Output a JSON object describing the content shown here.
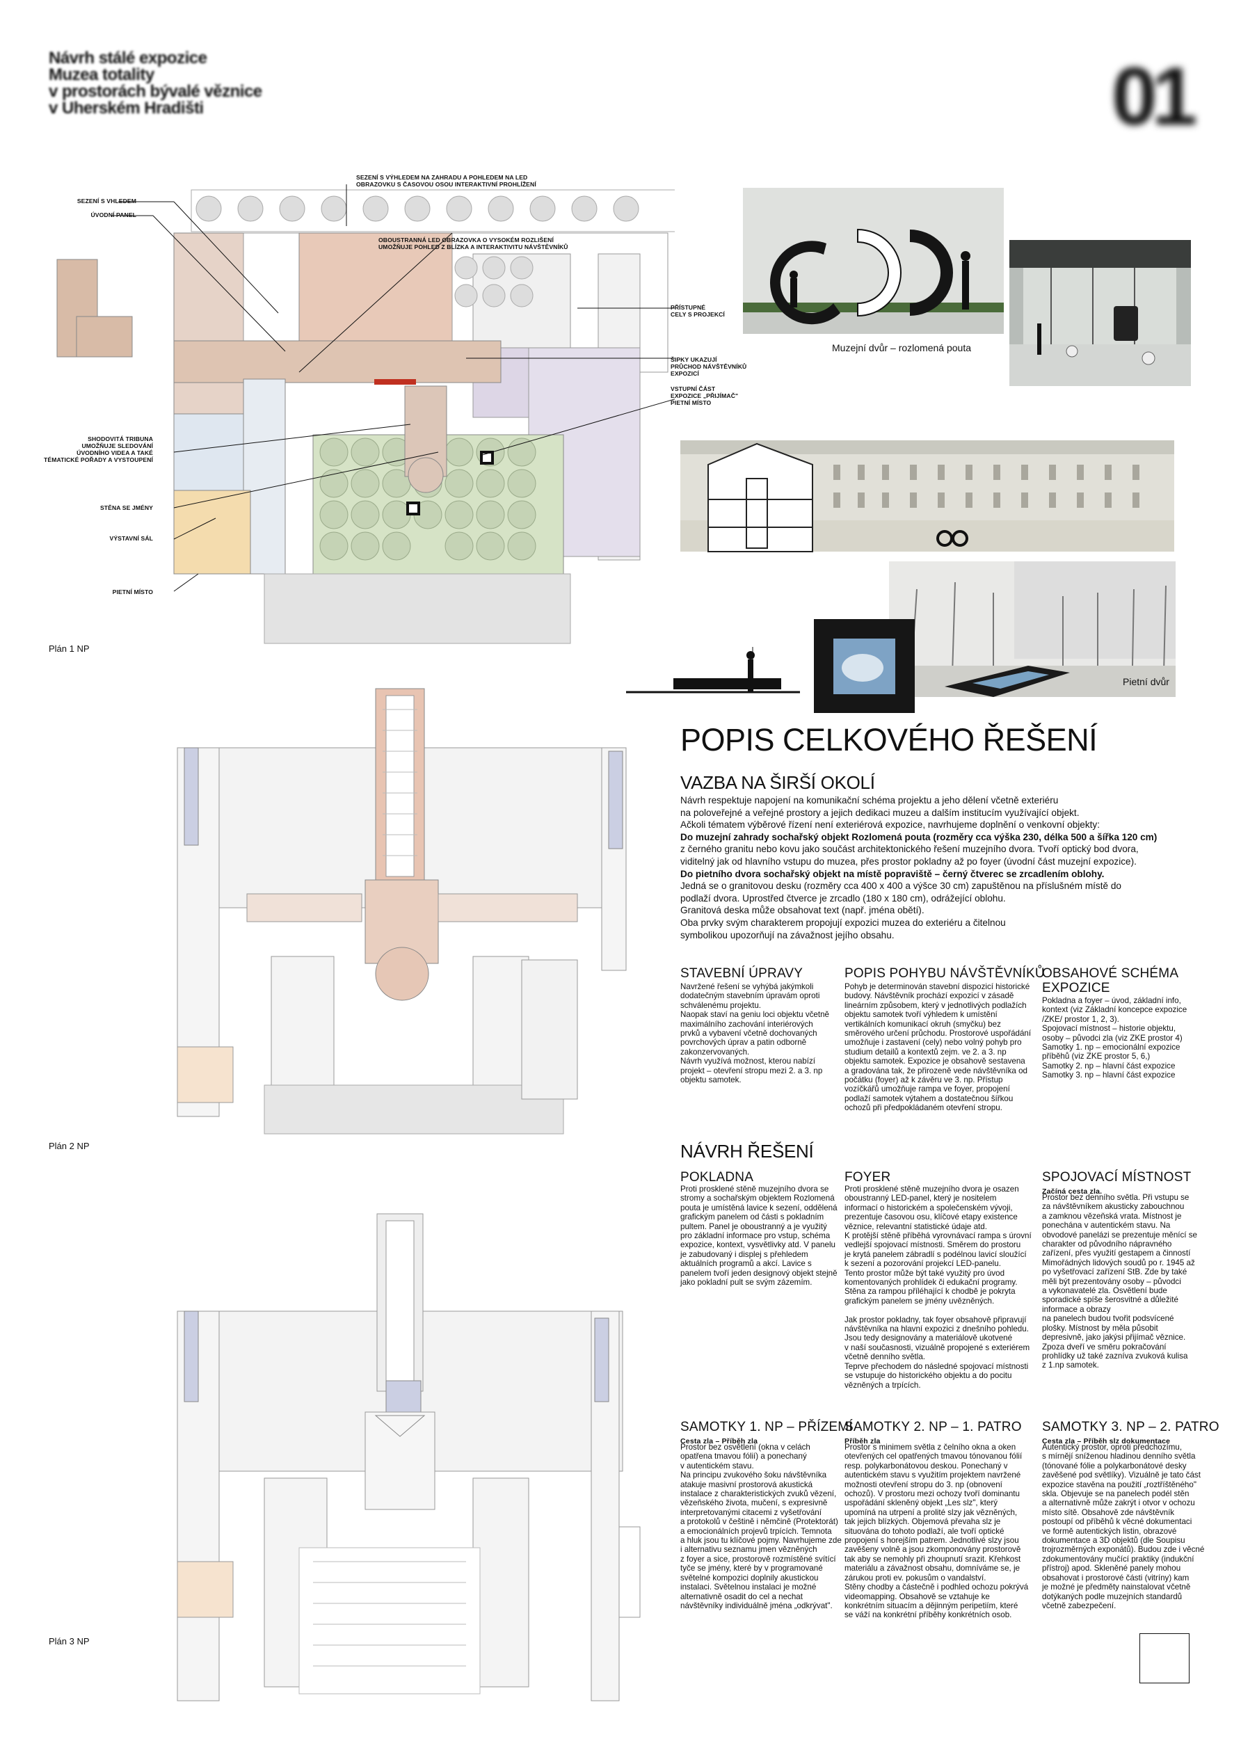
{
  "header": {
    "title_lines": [
      "Návrh stálé expozice",
      "Muzea totality",
      "v prostorách bývalé věznice",
      "v Uherském Hradišti"
    ],
    "page_number": "01"
  },
  "plans": {
    "plan1_label": "Plán 1 NP",
    "plan2_label": "Plán 2 NP",
    "plan3_label": "Plán 3 NP"
  },
  "callouts": {
    "sezeni_vyhled": [
      "SEZENÍ S VÝHLEDEM NA ZAHRADU A POHLEDEM NA LED",
      "OBRAZOVKU S ČASOVOU OSOU INTERAKTIVNÍ PROHLÍŽENÍ"
    ],
    "sezeni_vhledem": [
      "SEZENÍ S VHLEDEM"
    ],
    "uvodni_panel": [
      "ÚVODNÍ PANEL"
    ],
    "led_obrazovka": [
      "OBOUSTRANNÁ LED OBRAZOVKA O VYSOKÉM ROZLIŠENÍ",
      "UMOŽŇUJE POHLED Z BLÍZKA A INTERAKTIVITU NÁVŠTĚVNÍKŮ"
    ],
    "pristupne_cely": [
      "PŘÍSTUPNÉ",
      "CELY S PROJEKCÍ"
    ],
    "sipky": [
      "ŠIPKY UKAZUJÍ",
      "PRŮCHOD NÁVŠTĚVNÍKŮ",
      "EXPOZICÍ"
    ],
    "vstupni_cast": [
      "VSTUPNÍ ČÁST",
      "EXPOZICE „PŘIJÍMAČ\"",
      "PIETNÍ MÍSTO"
    ],
    "tribuna": [
      "SHODOVITÁ TRIBUNA",
      "UMOŽŇUJE SLEDOVÁNÍ",
      "ÚVODNÍHO VIDEA A TAKÉ",
      "TÉMATICKÉ POŘADY A VYSTOUPENÍ"
    ],
    "stena": [
      "STĚNA SE JMÉNY"
    ],
    "vystavni_sal": [
      "VÝSTAVNÍ SÁL"
    ],
    "pietni_misto": [
      "PIETNÍ MÍSTO"
    ]
  },
  "captions": {
    "muzejni_dvur": "Muzejní dvůr – rozlomená pouta",
    "pietni_dvur": "Pietní dvůr"
  },
  "main_title": "POPIS CELKOVÉHO ŘEŠENÍ",
  "vazba": {
    "title": "VAZBA NA ŠIRŠÍ OKOLÍ",
    "lines": [
      "Návrh respektuje napojení na komunikační schéma projektu a jeho dělení včetně exteriéru",
      "na poloveřejné a veřejné prostory a jejich dedikaci muzeu a dalším institucím využívající objekt.",
      "Ačkoli tématem výběrové řízení není exteriérová expozice, navrhujeme doplnění o venkovní objekty:",
      "Do muzejní zahrady sochařský objekt Rozlomená pouta (rozměry cca výška 230, délka 500 a šířka 120 cm)",
      "z černého granitu nebo kovu jako součást architektonického řešení muzejního dvora. Tvoří optický bod dvora,",
      "viditelný jak od hlavního vstupu do muzea, přes prostor pokladny až po foyer (úvodní část muzejní expozice).",
      "Do pietního dvora sochařský objekt na místě popraviště – černý čtverec se zrcadlením oblohy.",
      "Jedná se o granitovou desku (rozměry cca 400 x 400 a výšce 30 cm) zapuštěnou na příslušném místě do",
      "podlaží dvora. Uprostřed čtverce je zrcadlo (180 x 180 cm), odrážející oblohu.",
      "Granitová deska může obsahovat text (např. jména obětí).",
      "Oba prvky svým charakterem propojují expozici muzea do exteriéru a čitelnou",
      "symbolikou upozorňují na závažnost jejího obsahu."
    ]
  },
  "stavebni": {
    "title": "STAVEBNÍ ÚPRAVY",
    "lines": [
      "Navržené řešení se vyhýbá jakýmkoli",
      "dodatečným stavebním úpravám oproti",
      "schválenému projektu.",
      "Naopak staví na geniu loci objektu včetně",
      "maximálního zachování interiérových",
      "prvků a vybavení včetně dochovaných",
      "povrchových úprav a patin odborně",
      "zakonzervovaných.",
      "Návrh využívá možnost, kterou nabízí",
      "projekt – otevření stropu mezi 2. a 3. np",
      "objektu samotek."
    ]
  },
  "pohyb": {
    "title": "POPIS POHYBU NÁVŠTĚVNÍKŮ",
    "lines": [
      "Pohyb je determinován stavební dispozicí historické",
      "budovy. Návštěvník prochází expozicí v zásadě",
      "lineárním způsobem, který v jednotlivých podlažích",
      "objektu samotek tvoří výhledem k umístění",
      "vertikálních komunikací okruh (smyčku) bez",
      "směrového určení průchodu. Prostorové uspořádání",
      "umožňuje i zastavení (cely) nebo volný pohyb pro",
      "studium detailů a kontextů zejm. ve 2. a 3. np",
      "objektu samotek. Expozice je obsahově sestavena",
      "a gradována tak, že přirozeně vede návštěvníka od",
      "počátku (foyer) až k závěru ve 3. np. Přístup",
      "vozíčkářů umožňuje rampa ve foyer, propojení",
      "podlaží samotek výtahem a dostatečnou šířkou",
      "ochozů při předpokládaném otevření stropu."
    ]
  },
  "obsahove": {
    "title_lines": [
      "OBSAHOVÉ SCHÉMA",
      "EXPOZICE"
    ],
    "lines": [
      "Pokladna a foyer – úvod, základní info,",
      "kontext (viz Základní koncepce expozice",
      "/ZKE/ prostor 1, 2, 3).",
      "Spojovací místnost – historie objektu,",
      "osoby – původci zla (viz ZKE prostor 4)",
      "Samotky 1. np – emocionální expozice",
      "příběhů (viz ZKE prostor 5, 6,)",
      "Samotky 2. np – hlavní část expozice",
      "Samotky 3. np – hlavní část expozice"
    ]
  },
  "navrh_title": "NÁVRH ŘEŠENÍ",
  "pokladna": {
    "title": "POKLADNA",
    "lines": [
      "Proti prosklené stěně muzejního dvora se",
      "stromy a sochařským objektem Rozlomená",
      "pouta je umístěná lavice k sezení, oddělená",
      "grafickým panelem od části s pokladním",
      "pultem. Panel je oboustranný a je využitý",
      "pro základní informace pro vstup, schéma",
      "expozice, kontext, vysvětlivky atd. V panelu",
      "je zabudovaný i displej s přehledem",
      "aktuálních programů a akcí. Lavice s",
      "panelem tvoří jeden designový objekt stejně",
      "jako pokladní pult se svým zázemím."
    ]
  },
  "foyer": {
    "title": "FOYER",
    "lines": [
      "Proti prosklené stěně muzejního dvora je osazen",
      "oboustranný LED-panel, který je nositelem",
      "informací o historickém a společenském vývoji,",
      "prezentuje časovou osu, klíčové etapy existence",
      "věznice, relevantní statistické údaje atd.",
      "K protější stěně příběhá vyrovnávací rampa s úrovní",
      "vedlejší spojovací místnosti. Směrem do prostoru",
      "je krytá panelem zábradlí s podélnou lavicí sloužící",
      "k sezení a pozorování projekcí LED-panelu.",
      "Tento prostor může být také využitý pro úvod",
      "komentovaných prohlídek či edukační programy.",
      "Stěna za rampou příléhající k chodbě je pokryta",
      "grafickým panelem se jmény uvězněných.",
      "",
      "Jak prostor pokladny, tak foyer obsahově připravují",
      "návštěvníka na hlavní expozici z dnešního pohledu.",
      "Jsou tedy designovány a materiálově ukotvené",
      "v naší současnosti, vizuálně propojené s exteriérem",
      "včetně denního světla.",
      "Teprve přechodem do následné spojovací místnosti",
      "se vstupuje do historického objektu a do pocitu",
      "vězněných a trpících."
    ]
  },
  "spojovaci": {
    "title": "SPOJOVACÍ MÍSTNOST",
    "subtitle": "Začíná cesta zla.",
    "lines": [
      "Prostor bez denního světla. Při vstupu se",
      "za návštěvníkem akusticky zabouchnou",
      "a zamknou vězeňská vrata. Místnost je",
      "ponechána v autentickém stavu. Na",
      "obvodové panelázi se prezentuje měnící se",
      "charakter od původního nápravného",
      "zařízení, přes využití gestapem a činností",
      "Mimořádných lidových soudů po r. 1945 až",
      "po vyšetřovací zařízení StB. Zde by také",
      "měli být prezentovány osoby – původci",
      "a vykonavatelé zla. Osvětlení bude",
      "sporadické spíše šerosvitné a důležité",
      "informace a obrazy",
      "na panelech budou tvořit podsvícené",
      "plošky. Místnost by měla působit",
      "depresivně, jako jakýsi přijímač věznice.",
      "Zpoza dveří ve směru pokračování",
      "prohlídky už také zazníva zvuková kulisa",
      "z 1.np samotek."
    ]
  },
  "samotky1": {
    "title": "SAMOTKY 1. NP – PŘÍZEMÍ",
    "subtitle": "Cesta zla – Příběh zla",
    "lines": [
      "Prostor bez osvětlení (okna v celách",
      "opatřena tmavou fólií) a ponechaný",
      "v autentickém stavu.",
      "Na principu zvukového šoku návštěvníka",
      "atakuje masivní prostorová akustická",
      "instalace z charakteristických zvuků vězení,",
      "vězeňského života, mučení, s expresivně",
      "interpretovanými citacemi z vyšetřování",
      "a protokolů v češtině i němčině (Protektorát)",
      "a emocionálních projevů trpících. Temnota",
      "a hluk jsou tu klíčové pojmy. Navrhujeme zde",
      "i alternativu seznamu jmen vězněných",
      "z foyer a sice, prostorově rozmístěné svítící",
      "tyče se jmény, které by v programované",
      "světelné kompozici doplnily akustickou",
      "instalaci. Světelnou instalaci je možné",
      "alternativně osadit do cel a nechat",
      "návštěvníky individuálně jména „odkrývat\"."
    ]
  },
  "samotky2": {
    "title": "SAMOTKY 2. NP – 1. PATRO",
    "subtitle": "Příběh zla",
    "lines": [
      "Prostor s minimem světla z čelního okna a oken",
      "otevřených cel opatřených tmavou tónovanou fólií",
      "resp. polykarbonátovou deskou. Ponechaný v",
      "autentickém stavu s využitím projektem navržené",
      "možnosti otevření stropu do 3. np (obnovení",
      "ochozů). V prostoru mezi ochozy tvoří dominantu",
      "uspořádání skleněný objekt „Les slz\", který",
      "upomíná na utrpení a prolité slzy jak vězněných,",
      "tak jejich blízkých. Objemová převaha slz je",
      "situována do tohoto podlaží, ale tvoří optické",
      "propojení s horejším patrem. Jednotlivé slzy jsou",
      "zavěšeny volně a jsou zkomponovány prostorově",
      "tak aby se nemohly při zhoupnutí srazit. Křehkost",
      "materiálu a závažnost obsahu, domníváme se, je",
      "zárukou proti ev. pokusům o vandalství.",
      "Stěny chodby a částečně i podhled ochozu pokrývá",
      "videomapping. Obsahově se vztahuje ke",
      "konkrétním situacím a dějinným peripetiím, které",
      "se váží na konkrétní příběhy konkrétních osob."
    ]
  },
  "samotky3": {
    "title": "SAMOTKY 3. NP – 2. PATRO",
    "subtitle": "Cesta zla – Příběh slz dokumentace",
    "lines": [
      "Autentický prostor, oproti předchozímu,",
      "s mírnějí sníženou hladinou denního světla",
      "(tónované fólie a polykarbonátové desky",
      "zavěšené pod světlíky). Vizuálně je tato část",
      "expozice stavěna na použití „roztříštěného\"",
      "skla. Objevuje se na panelech podél stěn",
      "a alternativně může zakrýt i otvor v ochozu",
      "místo sítě. Obsahově zde návštěvník",
      "postoupí od příběhů k věcné dokumentaci",
      "ve formě autentických listin, obrazové",
      "dokumentace a 3D objektů (dle Soupisu",
      "trojrozměrných exponátů). Budou zde i věcné",
      "zdokumentovány mučící praktiky (indukční",
      "přístroj) apod. Skleněné panely mohou",
      "obsahovat i prostorové části (vitríny) kam",
      "je možné je předměty nainstalovat včetně",
      "dotýkaných podle muzejních standardů",
      "včetně zabezpečení."
    ]
  }
}
